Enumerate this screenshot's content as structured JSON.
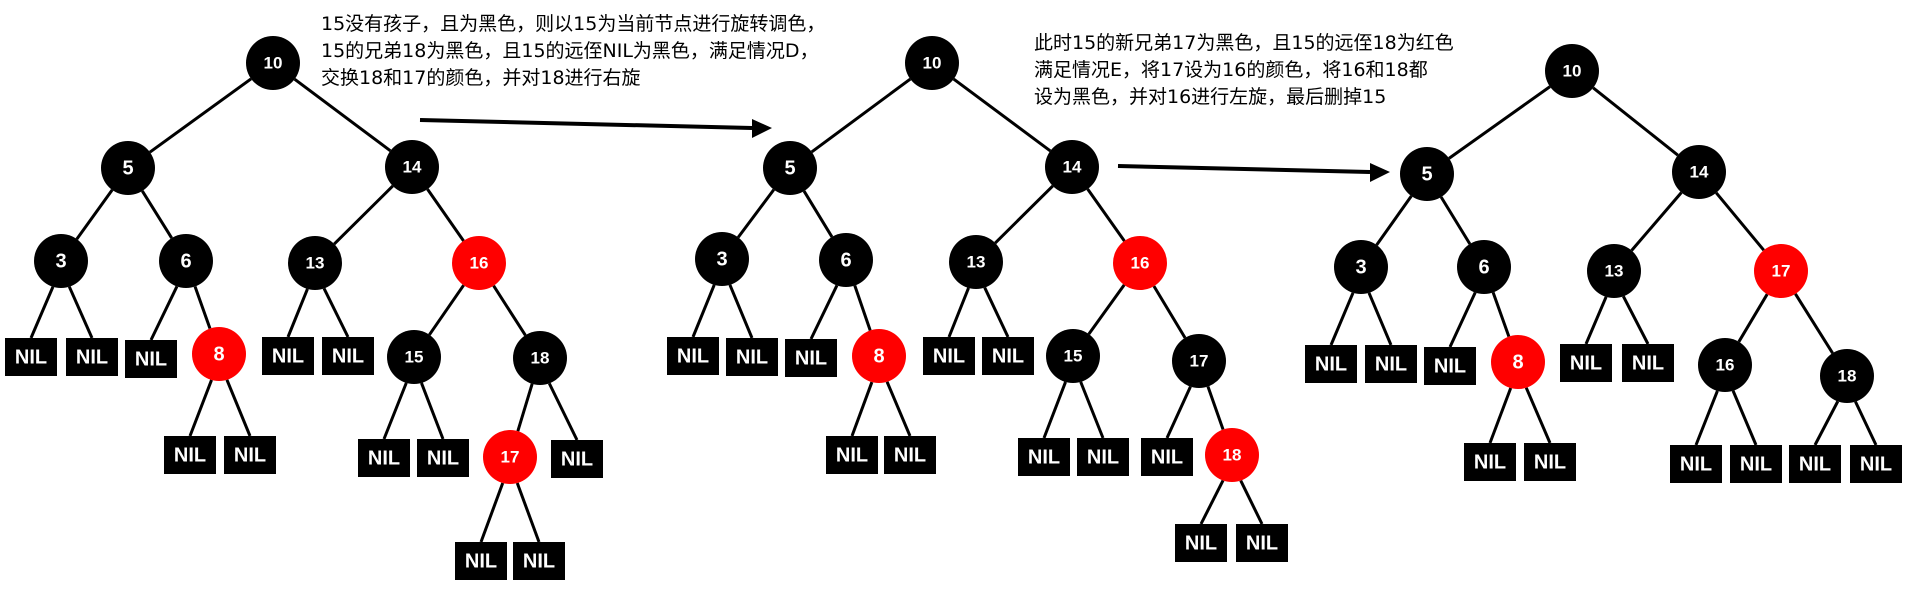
{
  "colors": {
    "black_node": "#000000",
    "red_node": "#ff0000",
    "node_text": "#ffffff",
    "edge": "#000000"
  },
  "captions": [
    {
      "lines": [
        "15没有孩子，且为黑色，则以15为当前节点进行旋转调色，",
        "15的兄弟18为黑色，且15的远侄NIL为黑色，满足情况D，",
        "交换18和17的颜色，并对18进行右旋"
      ]
    },
    {
      "lines": [
        "此时15的新兄弟17为黑色，且15的远侄18为红色",
        "满足情况E，将17设为16的颜色，将16和18都",
        "设为黑色，并对16进行左旋，最后删掉15"
      ]
    }
  ],
  "trees": [
    {
      "nodes": [
        {
          "id": "n10",
          "label": "10",
          "color": "black"
        },
        {
          "id": "n5",
          "label": "5",
          "color": "black"
        },
        {
          "id": "n14",
          "label": "14",
          "color": "black"
        },
        {
          "id": "n3",
          "label": "3",
          "color": "black"
        },
        {
          "id": "n6",
          "label": "6",
          "color": "black"
        },
        {
          "id": "n13",
          "label": "13",
          "color": "black"
        },
        {
          "id": "n16",
          "label": "16",
          "color": "red"
        },
        {
          "id": "nil1",
          "label": "NIL",
          "color": "nil"
        },
        {
          "id": "nil2",
          "label": "NIL",
          "color": "nil"
        },
        {
          "id": "nil3",
          "label": "NIL",
          "color": "nil"
        },
        {
          "id": "n8",
          "label": "8",
          "color": "red"
        },
        {
          "id": "nil4",
          "label": "NIL",
          "color": "nil"
        },
        {
          "id": "nil5",
          "label": "NIL",
          "color": "nil"
        },
        {
          "id": "n15",
          "label": "15",
          "color": "black"
        },
        {
          "id": "n18",
          "label": "18",
          "color": "black"
        },
        {
          "id": "nil6",
          "label": "NIL",
          "color": "nil"
        },
        {
          "id": "nil7",
          "label": "NIL",
          "color": "nil"
        },
        {
          "id": "nil8",
          "label": "NIL",
          "color": "nil"
        },
        {
          "id": "nil9",
          "label": "NIL",
          "color": "nil"
        },
        {
          "id": "n17",
          "label": "17",
          "color": "red"
        },
        {
          "id": "nil10",
          "label": "NIL",
          "color": "nil"
        },
        {
          "id": "nil11",
          "label": "NIL",
          "color": "nil"
        },
        {
          "id": "nil12",
          "label": "NIL",
          "color": "nil"
        }
      ],
      "edges": [
        [
          "n10",
          "n5"
        ],
        [
          "n10",
          "n14"
        ],
        [
          "n5",
          "n3"
        ],
        [
          "n5",
          "n6"
        ],
        [
          "n14",
          "n13"
        ],
        [
          "n14",
          "n16"
        ],
        [
          "n3",
          "nil1"
        ],
        [
          "n3",
          "nil2"
        ],
        [
          "n6",
          "nil3"
        ],
        [
          "n6",
          "n8"
        ],
        [
          "n13",
          "nil4"
        ],
        [
          "n13",
          "nil5"
        ],
        [
          "n16",
          "n15"
        ],
        [
          "n16",
          "n18"
        ],
        [
          "n8",
          "nil6"
        ],
        [
          "n8",
          "nil7"
        ],
        [
          "n15",
          "nil8"
        ],
        [
          "n15",
          "nil9"
        ],
        [
          "n18",
          "n17"
        ],
        [
          "n18",
          "nil10"
        ],
        [
          "n17",
          "nil11"
        ],
        [
          "n17",
          "nil12"
        ]
      ]
    },
    {
      "nodes": [
        {
          "id": "n10",
          "label": "10",
          "color": "black"
        },
        {
          "id": "n5",
          "label": "5",
          "color": "black"
        },
        {
          "id": "n14",
          "label": "14",
          "color": "black"
        },
        {
          "id": "n3",
          "label": "3",
          "color": "black"
        },
        {
          "id": "n6",
          "label": "6",
          "color": "black"
        },
        {
          "id": "n13",
          "label": "13",
          "color": "black"
        },
        {
          "id": "n16",
          "label": "16",
          "color": "red"
        },
        {
          "id": "nil1",
          "label": "NIL",
          "color": "nil"
        },
        {
          "id": "nil2",
          "label": "NIL",
          "color": "nil"
        },
        {
          "id": "nil3",
          "label": "NIL",
          "color": "nil"
        },
        {
          "id": "n8",
          "label": "8",
          "color": "red"
        },
        {
          "id": "nil4",
          "label": "NIL",
          "color": "nil"
        },
        {
          "id": "nil5",
          "label": "NIL",
          "color": "nil"
        },
        {
          "id": "n15",
          "label": "15",
          "color": "black"
        },
        {
          "id": "n17",
          "label": "17",
          "color": "black"
        },
        {
          "id": "nil6",
          "label": "NIL",
          "color": "nil"
        },
        {
          "id": "nil7",
          "label": "NIL",
          "color": "nil"
        },
        {
          "id": "nil8",
          "label": "NIL",
          "color": "nil"
        },
        {
          "id": "nil9",
          "label": "NIL",
          "color": "nil"
        },
        {
          "id": "nil10",
          "label": "NIL",
          "color": "nil"
        },
        {
          "id": "n18",
          "label": "18",
          "color": "red"
        },
        {
          "id": "nil11",
          "label": "NIL",
          "color": "nil"
        },
        {
          "id": "nil12",
          "label": "NIL",
          "color": "nil"
        }
      ],
      "edges": [
        [
          "n10",
          "n5"
        ],
        [
          "n10",
          "n14"
        ],
        [
          "n5",
          "n3"
        ],
        [
          "n5",
          "n6"
        ],
        [
          "n14",
          "n13"
        ],
        [
          "n14",
          "n16"
        ],
        [
          "n3",
          "nil1"
        ],
        [
          "n3",
          "nil2"
        ],
        [
          "n6",
          "nil3"
        ],
        [
          "n6",
          "n8"
        ],
        [
          "n13",
          "nil4"
        ],
        [
          "n13",
          "nil5"
        ],
        [
          "n16",
          "n15"
        ],
        [
          "n16",
          "n17"
        ],
        [
          "n8",
          "nil6"
        ],
        [
          "n8",
          "nil7"
        ],
        [
          "n15",
          "nil8"
        ],
        [
          "n15",
          "nil9"
        ],
        [
          "n17",
          "nil10"
        ],
        [
          "n17",
          "n18"
        ],
        [
          "n18",
          "nil11"
        ],
        [
          "n18",
          "nil12"
        ]
      ]
    },
    {
      "nodes": [
        {
          "id": "n10",
          "label": "10",
          "color": "black"
        },
        {
          "id": "n5",
          "label": "5",
          "color": "black"
        },
        {
          "id": "n14",
          "label": "14",
          "color": "black"
        },
        {
          "id": "n3",
          "label": "3",
          "color": "black"
        },
        {
          "id": "n6",
          "label": "6",
          "color": "black"
        },
        {
          "id": "n13",
          "label": "13",
          "color": "black"
        },
        {
          "id": "n17",
          "label": "17",
          "color": "red"
        },
        {
          "id": "nil1",
          "label": "NIL",
          "color": "nil"
        },
        {
          "id": "nil2",
          "label": "NIL",
          "color": "nil"
        },
        {
          "id": "nil3",
          "label": "NIL",
          "color": "nil"
        },
        {
          "id": "n8",
          "label": "8",
          "color": "red"
        },
        {
          "id": "nil4",
          "label": "NIL",
          "color": "nil"
        },
        {
          "id": "nil5",
          "label": "NIL",
          "color": "nil"
        },
        {
          "id": "n16",
          "label": "16",
          "color": "black"
        },
        {
          "id": "n18",
          "label": "18",
          "color": "black"
        },
        {
          "id": "nil6",
          "label": "NIL",
          "color": "nil"
        },
        {
          "id": "nil7",
          "label": "NIL",
          "color": "nil"
        },
        {
          "id": "nil8",
          "label": "NIL",
          "color": "nil"
        },
        {
          "id": "nil9",
          "label": "NIL",
          "color": "nil"
        },
        {
          "id": "nil10",
          "label": "NIL",
          "color": "nil"
        },
        {
          "id": "nil11",
          "label": "NIL",
          "color": "nil"
        }
      ],
      "edges": [
        [
          "n10",
          "n5"
        ],
        [
          "n10",
          "n14"
        ],
        [
          "n5",
          "n3"
        ],
        [
          "n5",
          "n6"
        ],
        [
          "n14",
          "n13"
        ],
        [
          "n14",
          "n17"
        ],
        [
          "n3",
          "nil1"
        ],
        [
          "n3",
          "nil2"
        ],
        [
          "n6",
          "nil3"
        ],
        [
          "n6",
          "n8"
        ],
        [
          "n13",
          "nil4"
        ],
        [
          "n13",
          "nil5"
        ],
        [
          "n17",
          "n16"
        ],
        [
          "n17",
          "n18"
        ],
        [
          "n8",
          "nil6"
        ],
        [
          "n8",
          "nil7"
        ],
        [
          "n16",
          "nil8"
        ],
        [
          "n16",
          "nil9"
        ],
        [
          "n18",
          "nil10"
        ],
        [
          "n18",
          "nil11"
        ]
      ]
    }
  ]
}
